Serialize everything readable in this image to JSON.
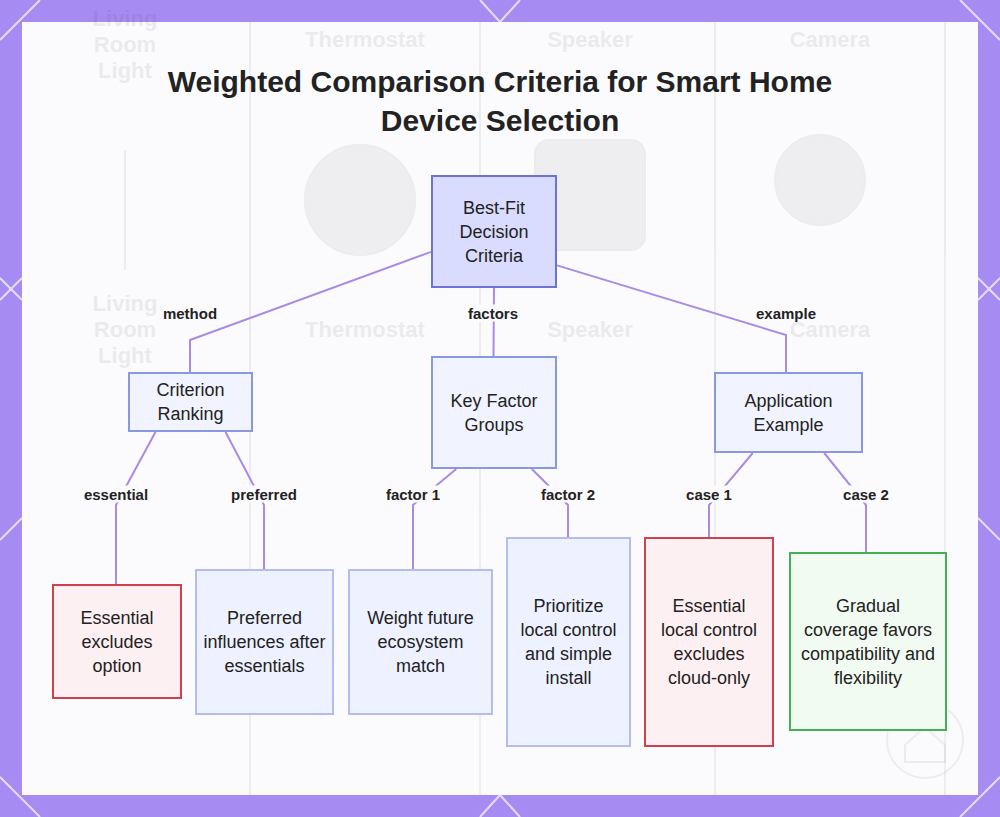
{
  "diagram": {
    "title": "Weighted Comparison Criteria for Smart Home Device Selection",
    "nodes": [
      {
        "text": [
          "Best-Fit Decision Criteria"
        ]
      },
      {
        "text": [
          "Criterion Ranking"
        ]
      },
      {
        "text": [
          "Key Factor Groups"
        ]
      },
      {
        "text": [
          "Application Example"
        ]
      },
      {
        "text": [
          "Essential excludes option"
        ]
      },
      {
        "text": [
          "Preferred influences after essentials"
        ]
      },
      {
        "text": [
          "Weight future ecosystem match"
        ]
      },
      {
        "text": [
          "Prioritize local control and simple install"
        ]
      },
      {
        "text": [
          "Essential local control excludes cloud-only"
        ]
      },
      {
        "text": [
          "Gradual coverage favors compatibility and flexibility"
        ]
      }
    ],
    "edges": [
      {
        "from": 0,
        "to": 1,
        "label": "method",
        "arrow": "none"
      },
      {
        "from": 0,
        "to": 2,
        "label": "factors",
        "arrow": "none"
      },
      {
        "from": 0,
        "to": 3,
        "label": "example",
        "arrow": "none"
      },
      {
        "from": 1,
        "to": 4,
        "label": "essential",
        "arrow": "none"
      },
      {
        "from": 1,
        "to": 5,
        "label": "preferred",
        "arrow": "none"
      },
      {
        "from": 2,
        "to": 6,
        "label": "factor 1",
        "arrow": "none"
      },
      {
        "from": 2,
        "to": 7,
        "label": "factor 2",
        "arrow": "none"
      },
      {
        "from": 3,
        "to": 8,
        "label": "case 1",
        "arrow": "none"
      },
      {
        "from": 3,
        "to": 9,
        "label": "case 2",
        "arrow": "none"
      }
    ],
    "labels": [
      "Living Room Light",
      "Thermostat",
      "Speaker",
      "Camera",
      "Living Room Light",
      "Thermostat",
      "Speaker",
      "Camera"
    ]
  }
}
